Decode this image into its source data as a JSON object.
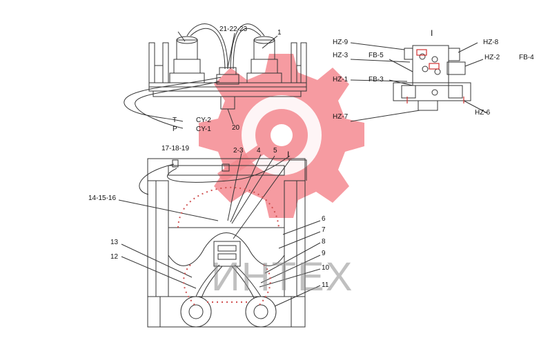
{
  "watermark": {
    "text": "ИНТЕХ",
    "color": "#f0828a"
  },
  "top_view": {
    "label_top_group": "21-22-23",
    "label_top_1": "1",
    "label_t": "T",
    "label_p": "P",
    "label_cy2": "CY-2",
    "label_cy1": "CY-1",
    "label_20": "20"
  },
  "front_view": {
    "label_17_18_19": "17-18-19",
    "label_2_3": "2-3",
    "label_4": "4",
    "label_5": "5",
    "label_detail": "I",
    "label_14_15_16": "14-15-16",
    "label_6": "6",
    "label_7": "7",
    "label_8": "8",
    "label_9": "9",
    "label_10": "10",
    "label_11": "11",
    "label_12": "12",
    "label_13": "13"
  },
  "detail_view": {
    "title": "I",
    "label_hz9": "HZ-9",
    "label_hz8": "HZ-8",
    "label_hz3": "HZ-3",
    "label_fb5": "FB-5",
    "label_hz2": "HZ-2",
    "label_fb4": "FB-4",
    "label_hz1": "HZ-1",
    "label_fb3": "FB-3",
    "label_hz7": "HZ-7",
    "label_hz6": "HZ-6"
  }
}
